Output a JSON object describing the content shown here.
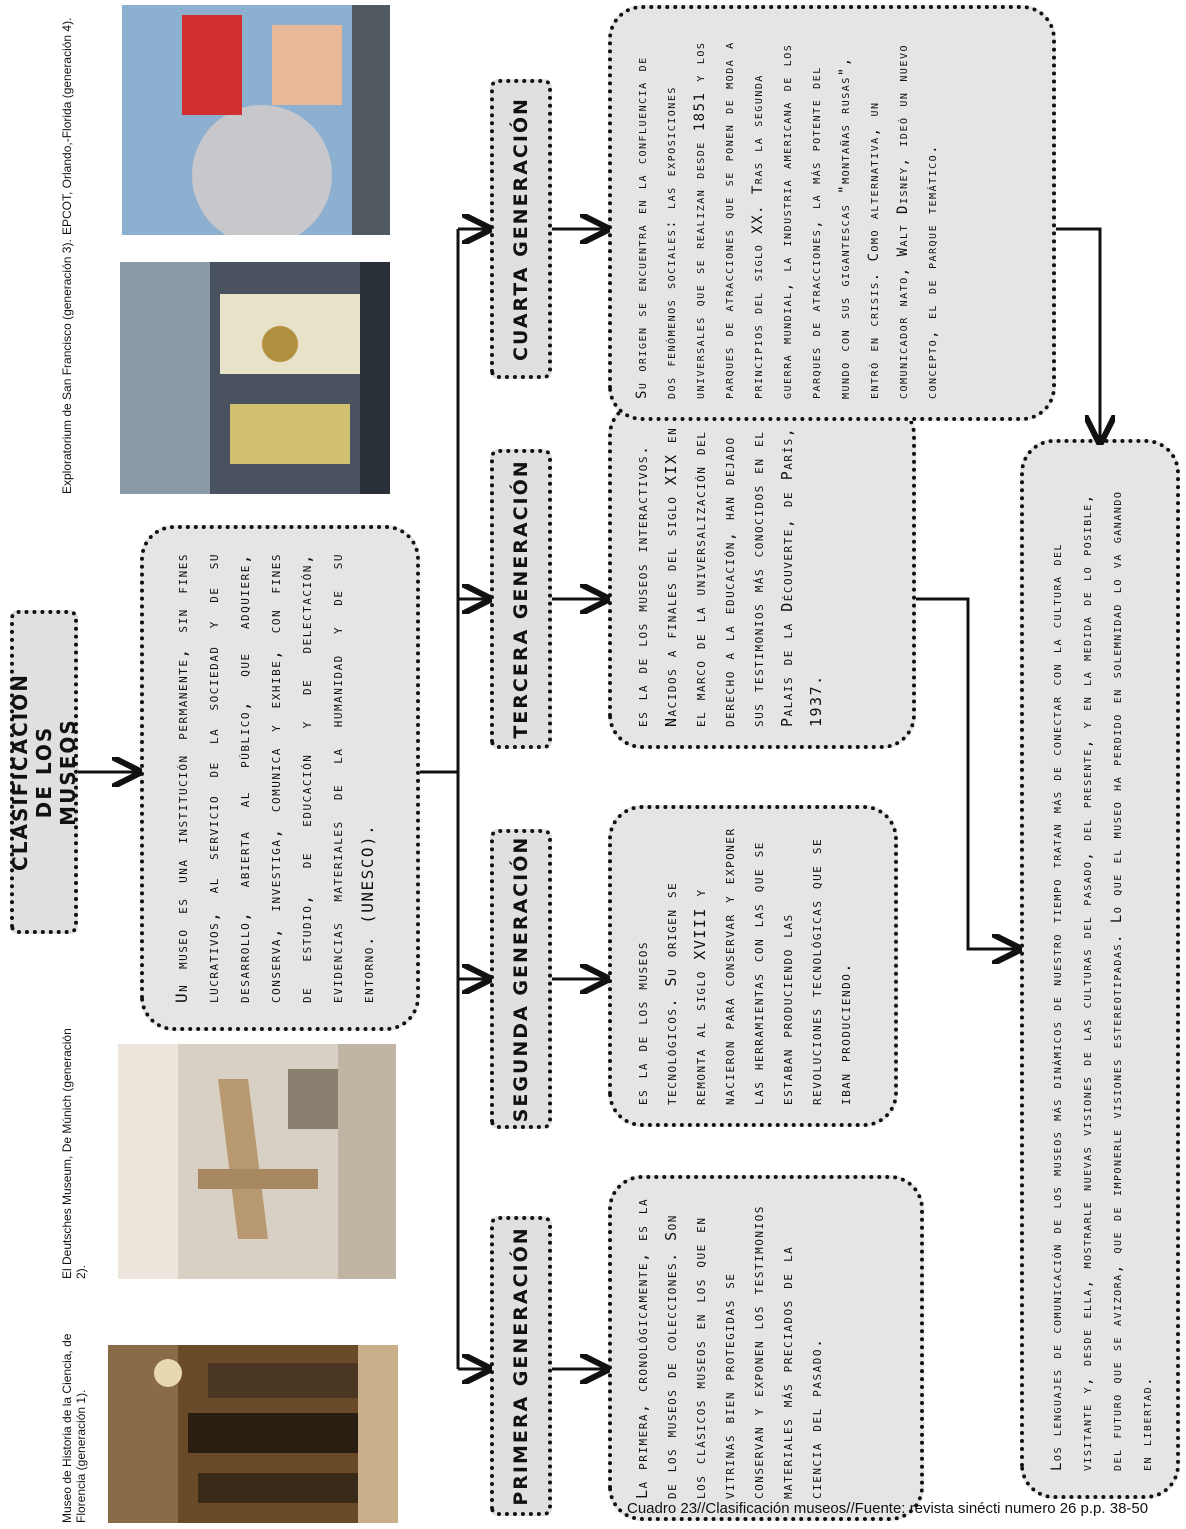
{
  "title": "Clasificacion de los museos",
  "definition": "Un museo es una institución permanente, sin fines lucrativos, al servicio de la sociedad y de su desarrollo, abierta al público, que adquiere, conserva, investiga, comunica y exhibe, con fines de estudio, de educación y de delectación, evidencias materiales de la humanidad y de su entorno. (UNESCO).",
  "generations": [
    {
      "label": "Primera Generación",
      "text": "La primera, cronológicamente, es la de los museos de colecciones. Son los clásicos museos en los que en vitrinas bien protegidas se conservan y exponen los testimonios materiales más preciados de la ciencia del pasado."
    },
    {
      "label": "Segunda Generación",
      "text": "es la de los museos tecnológicos. Su origen se remonta al siglo XVIII y nacieron para conservar y exponer las herramientas con las que se estaban produciendo las revoluciones tecnológicas que se iban produciendo."
    },
    {
      "label": "Tercera Generación",
      "text": "es la de los museos interactivos. Nacidos a finales del siglo XIX en el marco de la universalización del derecho a la educación, han dejado sus testimonios más conocidos en el Palais de la Découverte, de París, 1937."
    },
    {
      "label": "Cuarta Generación",
      "text": "Su origen se encuentra en la confluencia de dos fenómenos sociales: las exposiciones universales que se realizan desde 1851 y los parques de atracciones que se ponen de moda a principios del siglo XX. Tras la segunda guerra mundial, la industria americana de los parques de atracciones, la más potente del mundo con sus gigantescas \"montañas rusas\", entró en crisis. Como alternativa, un comunicador nato, Walt Disney, ideó un nuevo concepto, el de parque temático."
    }
  ],
  "conclusion": "Los lenguajes de comunicación de los museos más dinámicos de nuestro tiempo tratan más de conectar con la cultura del visitante y, desde ella, mostrarle nuevas visiones de las culturas del pasado, del presente, y en la medida de lo posible, del futuro que se avizora, que de imponerle visiones estereotipadas. Lo que el museo ha perdido en solemnidad lo va ganando en libertad.",
  "photos": [
    {
      "caption": "Museo de Historia de la Ciencia, de Florencia (generación 1)."
    },
    {
      "caption": "El Deutsches Museum, De Múnich (generación 2)."
    },
    {
      "caption": "Exploratorium de San Francisco (generación 3)."
    },
    {
      "caption": "EPCOT, Orlando,-Florida (generación 4)."
    }
  ],
  "footer": "Cuadro 23//Clasificación museos//Fuente: revista sinécti numero 26 p.p. 38-50"
}
